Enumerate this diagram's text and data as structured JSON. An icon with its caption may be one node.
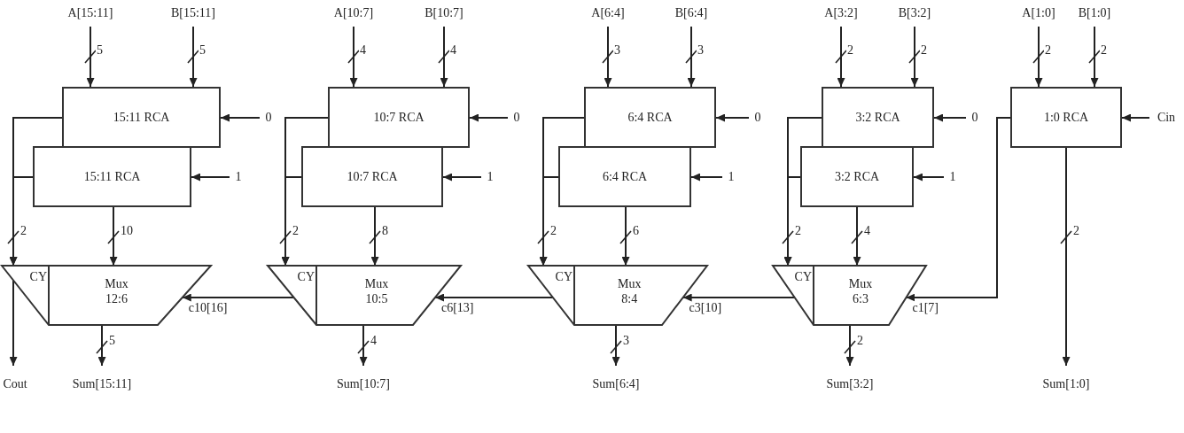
{
  "diagram": {
    "nodes": [
      {
        "text": [
          "A[15:11]"
        ]
      },
      {
        "text": [
          "B[15:11]"
        ]
      },
      {
        "text": [
          "15:11 RCA"
        ]
      },
      {
        "text": [
          "0"
        ]
      },
      {
        "text": [
          "15:11 RCA"
        ]
      },
      {
        "text": [
          "1"
        ]
      },
      {
        "text": [
          "CY",
          "Mux 12:6"
        ]
      },
      {
        "text": [
          "Sum[15:11]"
        ]
      },
      {
        "text": [
          "A[10:7]"
        ]
      },
      {
        "text": [
          "B[10:7]"
        ]
      },
      {
        "text": [
          "10:7 RCA"
        ]
      },
      {
        "text": [
          "0"
        ]
      },
      {
        "text": [
          "10:7 RCA"
        ]
      },
      {
        "text": [
          "1"
        ]
      },
      {
        "text": [
          "CY",
          "Mux 10:5"
        ]
      },
      {
        "text": [
          "Sum[10:7]"
        ]
      },
      {
        "text": [
          "A[6:4]"
        ]
      },
      {
        "text": [
          "B[6:4]"
        ]
      },
      {
        "text": [
          "6:4 RCA"
        ]
      },
      {
        "text": [
          "0"
        ]
      },
      {
        "text": [
          "6:4 RCA"
        ]
      },
      {
        "text": [
          "1"
        ]
      },
      {
        "text": [
          "CY",
          "Mux 8:4"
        ]
      },
      {
        "text": [
          "Sum[6:4]"
        ]
      },
      {
        "text": [
          "A[3:2]"
        ]
      },
      {
        "text": [
          "B[3:2]"
        ]
      },
      {
        "text": [
          "3:2 RCA"
        ]
      },
      {
        "text": [
          "0"
        ]
      },
      {
        "text": [
          "3:2 RCA"
        ]
      },
      {
        "text": [
          "1"
        ]
      },
      {
        "text": [
          "CY",
          "Mux 6:3"
        ]
      },
      {
        "text": [
          "Sum[3:2]"
        ]
      },
      {
        "text": [
          "A[1:0]"
        ]
      },
      {
        "text": [
          "B[1:0]"
        ]
      },
      {
        "text": [
          "1:0 RCA"
        ]
      },
      {
        "text": [
          "Cin"
        ]
      },
      {
        "text": [
          "Sum[1:0]"
        ]
      },
      {
        "text": [
          "Cout"
        ]
      }
    ],
    "edges": [
      {
        "from": 0,
        "to": 2,
        "arrow": "to",
        "label": "5"
      },
      {
        "from": 1,
        "to": 2,
        "arrow": "to",
        "label": "5"
      },
      {
        "from": 3,
        "to": 2,
        "arrow": "to"
      },
      {
        "from": 5,
        "to": 4,
        "arrow": "to"
      },
      {
        "from": 2,
        "to": 6,
        "arrow": "to",
        "label": "2"
      },
      {
        "from": 4,
        "to": 6,
        "arrow": "to"
      },
      {
        "from": 4,
        "to": 6,
        "arrow": "to",
        "label": "10"
      },
      {
        "from": 6,
        "to": 7,
        "arrow": "to",
        "label": "5"
      },
      {
        "from": 8,
        "to": 10,
        "arrow": "to",
        "label": "4"
      },
      {
        "from": 9,
        "to": 10,
        "arrow": "to",
        "label": "4"
      },
      {
        "from": 11,
        "to": 10,
        "arrow": "to"
      },
      {
        "from": 13,
        "to": 12,
        "arrow": "to"
      },
      {
        "from": 10,
        "to": 14,
        "arrow": "to",
        "label": "2"
      },
      {
        "from": 12,
        "to": 14,
        "arrow": "to"
      },
      {
        "from": 12,
        "to": 14,
        "arrow": "to",
        "label": "8"
      },
      {
        "from": 14,
        "to": 15,
        "arrow": "to",
        "label": "4"
      },
      {
        "from": 16,
        "to": 18,
        "arrow": "to",
        "label": "3"
      },
      {
        "from": 17,
        "to": 18,
        "arrow": "to",
        "label": "3"
      },
      {
        "from": 19,
        "to": 18,
        "arrow": "to"
      },
      {
        "from": 21,
        "to": 20,
        "arrow": "to"
      },
      {
        "from": 18,
        "to": 22,
        "arrow": "to",
        "label": "2"
      },
      {
        "from": 20,
        "to": 22,
        "arrow": "to"
      },
      {
        "from": 20,
        "to": 22,
        "arrow": "to",
        "label": "6"
      },
      {
        "from": 22,
        "to": 23,
        "arrow": "to",
        "label": "3"
      },
      {
        "from": 24,
        "to": 26,
        "arrow": "to",
        "label": "2"
      },
      {
        "from": 25,
        "to": 26,
        "arrow": "to",
        "label": "2"
      },
      {
        "from": 27,
        "to": 26,
        "arrow": "to"
      },
      {
        "from": 29,
        "to": 28,
        "arrow": "to"
      },
      {
        "from": 26,
        "to": 30,
        "arrow": "to",
        "label": "2"
      },
      {
        "from": 28,
        "to": 30,
        "arrow": "to"
      },
      {
        "from": 28,
        "to": 30,
        "arrow": "to",
        "label": "4"
      },
      {
        "from": 30,
        "to": 31,
        "arrow": "to",
        "label": "2"
      },
      {
        "from": 14,
        "to": 6,
        "arrow": "to",
        "label": "c10[16]"
      },
      {
        "from": 22,
        "to": 14,
        "arrow": "to",
        "label": "c6[13]"
      },
      {
        "from": 30,
        "to": 22,
        "arrow": "to",
        "label": "c3[10]"
      },
      {
        "from": 32,
        "to": 34,
        "arrow": "to",
        "label": "2"
      },
      {
        "from": 33,
        "to": 34,
        "arrow": "to",
        "label": "2"
      },
      {
        "from": 35,
        "to": 34,
        "arrow": "to"
      },
      {
        "from": 34,
        "to": 30,
        "arrow": "to",
        "label": "c1[7]"
      },
      {
        "from": 34,
        "to": 36,
        "arrow": "to",
        "label": "2"
      },
      {
        "from": 6,
        "to": 37,
        "arrow": "to"
      }
    ]
  }
}
